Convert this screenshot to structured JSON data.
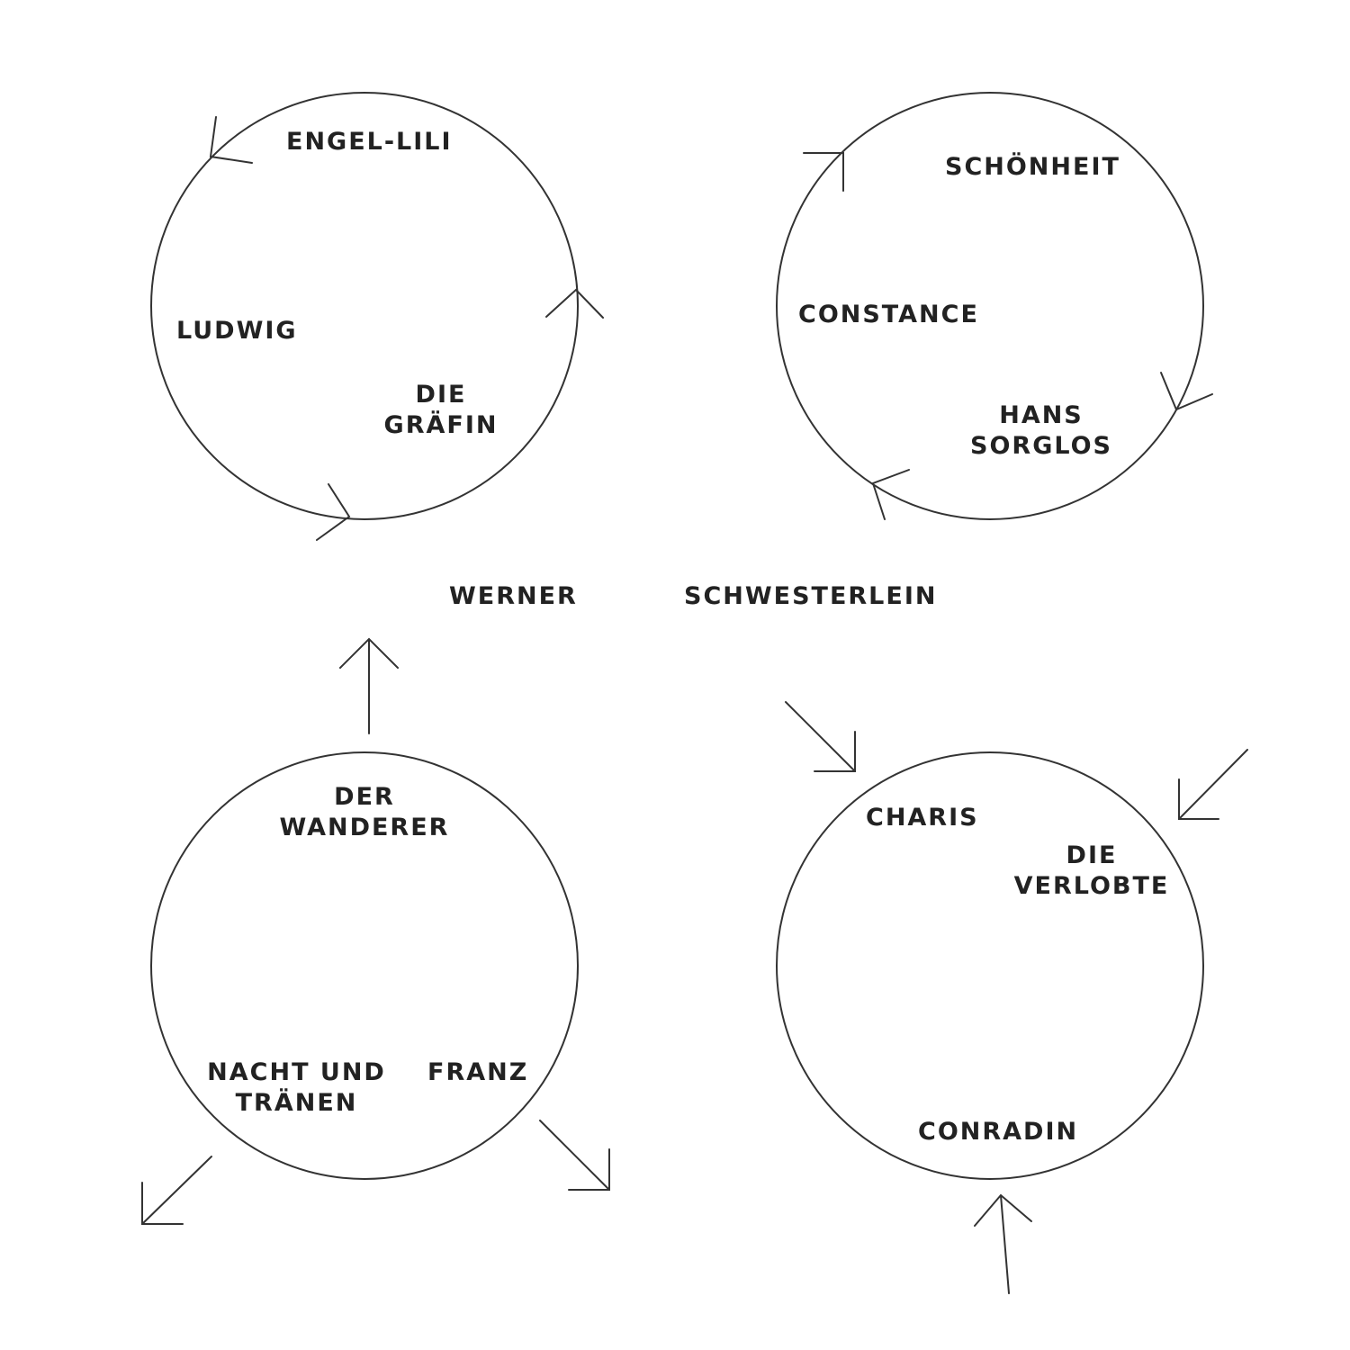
{
  "colors": {
    "stroke": "#333333",
    "text": "#222222",
    "background": "#ffffff"
  },
  "labels": {
    "engel_lili": "ENGEL-LILI",
    "ludwig": "LUDWIG",
    "die_graefin_1": "DIE",
    "die_graefin_2": "GRÄFIN",
    "schoenheit": "SCHÖNHEIT",
    "constance": "CONSTANCE",
    "hans_sorglos_1": "HANS",
    "hans_sorglos_2": "SORGLOS",
    "werner": "WERNER",
    "schwesterlein": "SCHWESTERLEIN",
    "der_wanderer_1": "DER",
    "der_wanderer_2": "WANDERER",
    "nacht_und_traenen_1": "NACHT UND",
    "nacht_und_traenen_2": "TRÄNEN",
    "franz": "FRANZ",
    "charis": "CHARIS",
    "die_verlobte_1": "DIE",
    "die_verlobte_2": "VERLOBTE",
    "conradin": "CONRADIN"
  }
}
